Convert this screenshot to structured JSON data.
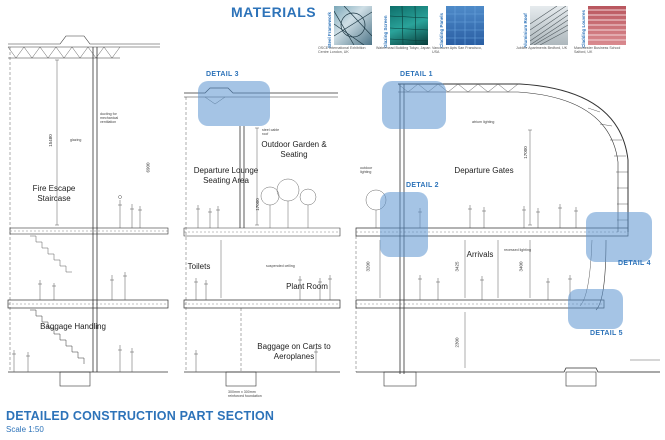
{
  "materials": {
    "title": "MATERIALS",
    "items": [
      {
        "label": "Steel Framework",
        "caption": "OSCE International Exhibition Centre London, UK",
        "icon": "steel-framework-photo"
      },
      {
        "label": "Glazing Screen",
        "caption": "Watermead Building Tokyo, Japan",
        "icon": "glazing-screen-photo"
      },
      {
        "label": "Cladding Panels",
        "caption": "Vancouver Apts San Francisco, USA",
        "icon": "cladding-panels-photo"
      },
      {
        "label": "Aluminium Roof",
        "caption": "Jubilee Apartments Bedford, UK",
        "icon": "aluminium-roof-photo"
      },
      {
        "label": "Cladding Louvres",
        "caption": "Manchester Business School Salford, UK",
        "icon": "cladding-louvres-photo"
      }
    ]
  },
  "details": [
    {
      "label": "DETAIL 1"
    },
    {
      "label": "DETAIL 2"
    },
    {
      "label": "DETAIL 3"
    },
    {
      "label": "DETAIL 4"
    },
    {
      "label": "DETAIL 5"
    }
  ],
  "rooms": {
    "fire_escape": "Fire Escape Staircase",
    "departure_lounge": "Departure Lounge Seating Area",
    "outdoor_garden": "Outdoor Garden & Seating",
    "departure_gates": "Departure Gates",
    "toilets": "Toilets",
    "plant_room": "Plant Room",
    "arrivals": "Arrivals",
    "baggage_handling": "Baggage Handling",
    "baggage_carts": "Baggage on Carts to Aeroplanes"
  },
  "dimensions": [
    "15480",
    "6900",
    "17000",
    "3200",
    "3425",
    "3400",
    "17000",
    "2300"
  ],
  "notes": [
    "ducting for mechanical ventilation",
    "steel cable roof",
    "atrium lighting",
    "recessed lighting",
    "glazing",
    "outdoor lighting",
    "300mm x 300mm reinforced foundation",
    "suspended ceiling"
  ],
  "footer": {
    "title": "DETAILED CONSTRUCTION PART SECTION",
    "scale": "Scale 1:50"
  },
  "colors": {
    "accent": "#2d73b9",
    "highlight": "#6fa2d6",
    "line": "#333333"
  }
}
